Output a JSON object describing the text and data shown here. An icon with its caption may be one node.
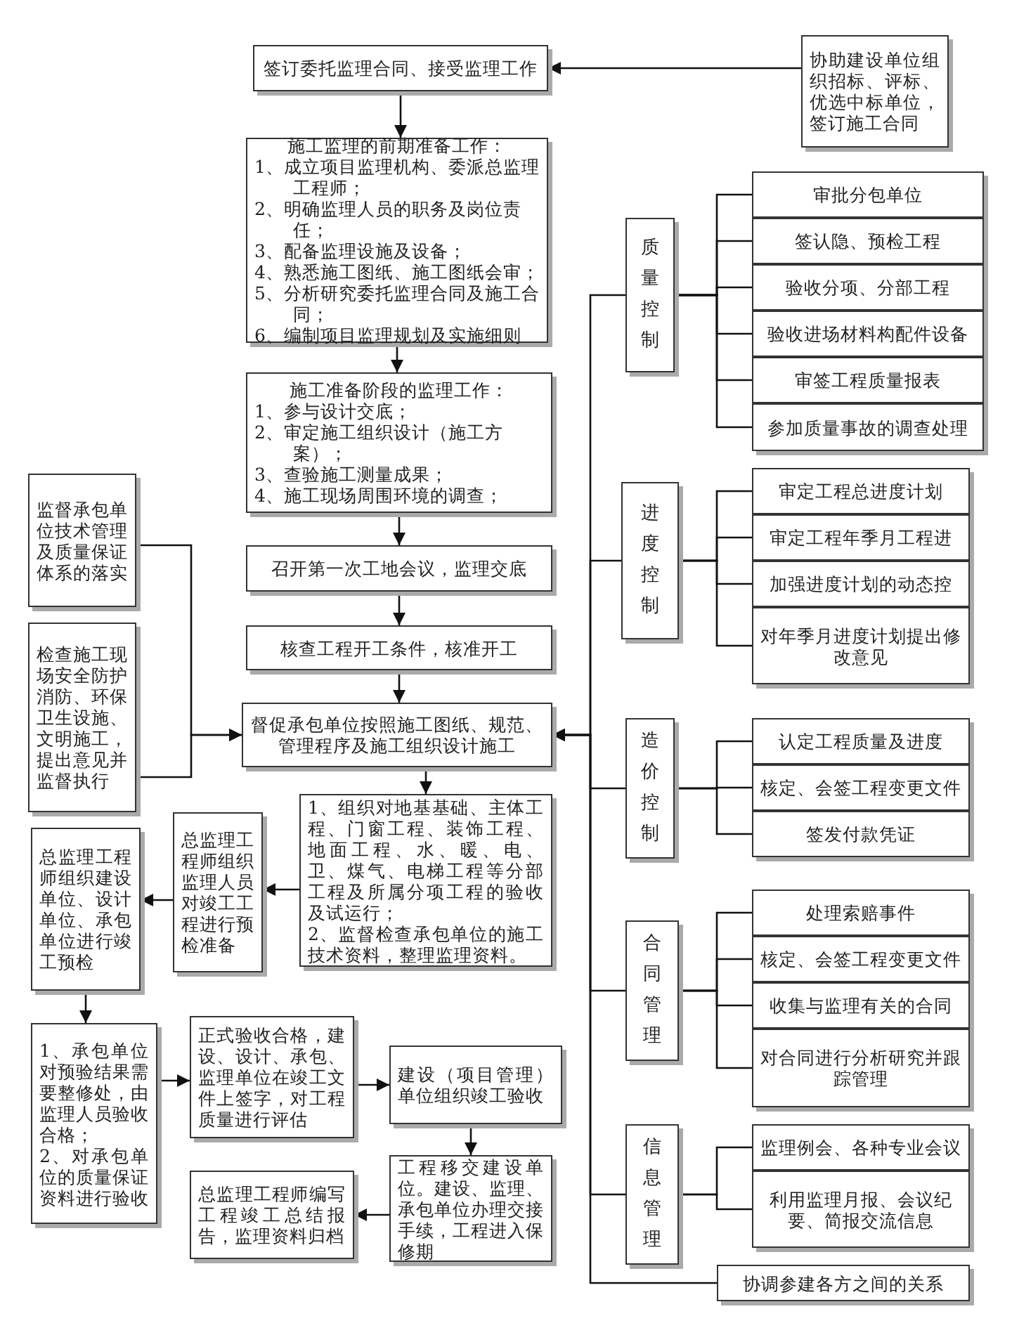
{
  "diagram": {
    "nodes": [
      {
        "text": [
          "签订委托监理合同、接受监理工作"
        ]
      },
      {
        "text": [
          "施工监理的前期准备工作：",
          "1、成立项目监理机构、委派总监理工程师；",
          "2、明确监理人员的职务及岗位责任；",
          "3、配备监理设施及设备；",
          "4、熟悉施工图纸、施工图纸会审；",
          "5、分析研究委托监理合同及施工合同；",
          "6、编制项目监理规划及实施细则"
        ]
      },
      {
        "text": [
          "施工准备阶段的监理工作：",
          "1、参与设计交底；",
          "2、审定施工组织设计（施工方案）；",
          "3、查验施工测量成果；",
          "4、施工现场周围环境的调查；"
        ]
      },
      {
        "text": [
          "召开第一次工地会议，监理交底"
        ]
      },
      {
        "text": [
          "核查工程开工条件，核准开工"
        ]
      },
      {
        "text": [
          "督促承包单位按照施工图纸、规范、管理程序及施工组织设计施工"
        ]
      },
      {
        "text": [
          "1、组织对地基基础、主体工程、门窗工程、装饰工程、地面工程、水、暖、电、卫、煤气、电梯工程等分部工程及所属分项工程的验收及试运行；",
          "2、监督检查承包单位的施工技术资料，整理监理资料。"
        ]
      },
      {
        "text": [
          "总监理工程师组织监理人员对竣工工程进行预检准备"
        ]
      },
      {
        "text": [
          "总监理工程师组织建设单位、设计单位、承包单位进行竣工预检"
        ]
      },
      {
        "text": [
          "1、承包单位对预验结果需要整修处，由监理人员验收合格；",
          "2、对承包单位的质量保证资料进行验收"
        ]
      },
      {
        "text": [
          "正式验收合格，建设、设计、承包、监理单位在竣工文件上签字，对工程质量进行评估"
        ]
      },
      {
        "text": [
          "建设（项目管理）单位组织竣工验收"
        ]
      },
      {
        "text": [
          "工程移交建设单位。建设、监理、承包单位办理交接手续，工程进入保修期"
        ]
      },
      {
        "text": [
          "总监理工程师编写工程竣工总结报告，监理资料归档"
        ]
      },
      {
        "text": [
          "监督承包单位技术管理及质量保证体系的落实"
        ]
      },
      {
        "text": [
          "检查施工现场安全防护消防、环保卫生设施、文明施工，提出意见并监督执行"
        ]
      },
      {
        "text": [
          "协助建设单位组织招标、评标、优选中标单位，签订施工合同"
        ]
      },
      {
        "text": [
          "质量控制"
        ]
      },
      {
        "text": [
          "审批分包单位"
        ]
      },
      {
        "text": [
          "签认隐、预检工程"
        ]
      },
      {
        "text": [
          "验收分项、分部工程"
        ]
      },
      {
        "text": [
          "验收进场材料构配件设备"
        ]
      },
      {
        "text": [
          "审签工程质量报表"
        ]
      },
      {
        "text": [
          "参加质量事故的调查处理"
        ]
      },
      {
        "text": [
          "进度控制"
        ]
      },
      {
        "text": [
          "审定工程总进度计划"
        ]
      },
      {
        "text": [
          "审定工程年季月工程进"
        ]
      },
      {
        "text": [
          "加强进度计划的动态控"
        ]
      },
      {
        "text": [
          "对年季月进度计划提出修改意见"
        ]
      },
      {
        "text": [
          "造价控制"
        ]
      },
      {
        "text": [
          "认定工程质量及进度"
        ]
      },
      {
        "text": [
          "核定、会签工程变更文件"
        ]
      },
      {
        "text": [
          "签发付款凭证"
        ]
      },
      {
        "text": [
          "合同管理"
        ]
      },
      {
        "text": [
          "处理索赔事件"
        ]
      },
      {
        "text": [
          "核定、会签工程变更文件"
        ]
      },
      {
        "text": [
          "收集与监理有关的合同"
        ]
      },
      {
        "text": [
          "对合同进行分析研究并跟踪管理"
        ]
      },
      {
        "text": [
          "信息管理"
        ]
      },
      {
        "text": [
          "监理例会、各种专业会议"
        ]
      },
      {
        "text": [
          "利用监理月报、会议纪要、简报交流信息"
        ]
      },
      {
        "text": [
          "协调参建各方之间的关系"
        ]
      }
    ],
    "edges": [
      {
        "from": 16,
        "to": 0,
        "arrow": "to"
      },
      {
        "from": 0,
        "to": 1,
        "arrow": "to"
      },
      {
        "from": 1,
        "to": 2,
        "arrow": "to"
      },
      {
        "from": 2,
        "to": 3,
        "arrow": "to"
      },
      {
        "from": 3,
        "to": 4,
        "arrow": "to"
      },
      {
        "from": 4,
        "to": 5,
        "arrow": "to"
      },
      {
        "from": 5,
        "to": 6,
        "arrow": "to"
      },
      {
        "from": 14,
        "to": 5,
        "arrow": "to"
      },
      {
        "from": 15,
        "to": 5,
        "arrow": "to"
      },
      {
        "from": 17,
        "to": 5,
        "arrow": "to"
      },
      {
        "from": 24,
        "to": 5,
        "arrow": "to"
      },
      {
        "from": 29,
        "to": 5,
        "arrow": "to"
      },
      {
        "from": 33,
        "to": 5,
        "arrow": "to"
      },
      {
        "from": 38,
        "to": 5,
        "arrow": "to"
      },
      {
        "from": 41,
        "to": 5,
        "arrow": "to"
      },
      {
        "from": 17,
        "to": 18,
        "arrow": "none"
      },
      {
        "from": 17,
        "to": 19,
        "arrow": "none"
      },
      {
        "from": 17,
        "to": 20,
        "arrow": "none"
      },
      {
        "from": 17,
        "to": 21,
        "arrow": "none"
      },
      {
        "from": 17,
        "to": 22,
        "arrow": "none"
      },
      {
        "from": 17,
        "to": 23,
        "arrow": "none"
      },
      {
        "from": 24,
        "to": 25,
        "arrow": "none"
      },
      {
        "from": 24,
        "to": 26,
        "arrow": "none"
      },
      {
        "from": 24,
        "to": 27,
        "arrow": "none"
      },
      {
        "from": 24,
        "to": 28,
        "arrow": "none"
      },
      {
        "from": 29,
        "to": 30,
        "arrow": "none"
      },
      {
        "from": 29,
        "to": 31,
        "arrow": "none"
      },
      {
        "from": 29,
        "to": 32,
        "arrow": "none"
      },
      {
        "from": 33,
        "to": 34,
        "arrow": "none"
      },
      {
        "from": 33,
        "to": 35,
        "arrow": "none"
      },
      {
        "from": 33,
        "to": 36,
        "arrow": "none"
      },
      {
        "from": 33,
        "to": 37,
        "arrow": "none"
      },
      {
        "from": 38,
        "to": 39,
        "arrow": "none"
      },
      {
        "from": 38,
        "to": 40,
        "arrow": "none"
      },
      {
        "from": 6,
        "to": 7,
        "arrow": "to"
      },
      {
        "from": 7,
        "to": 8,
        "arrow": "to"
      },
      {
        "from": 8,
        "to": 9,
        "arrow": "to"
      },
      {
        "from": 9,
        "to": 10,
        "arrow": "to"
      },
      {
        "from": 10,
        "to": 11,
        "arrow": "to"
      },
      {
        "from": 11,
        "to": 12,
        "arrow": "to"
      },
      {
        "from": 12,
        "to": 13,
        "arrow": "to"
      }
    ]
  }
}
